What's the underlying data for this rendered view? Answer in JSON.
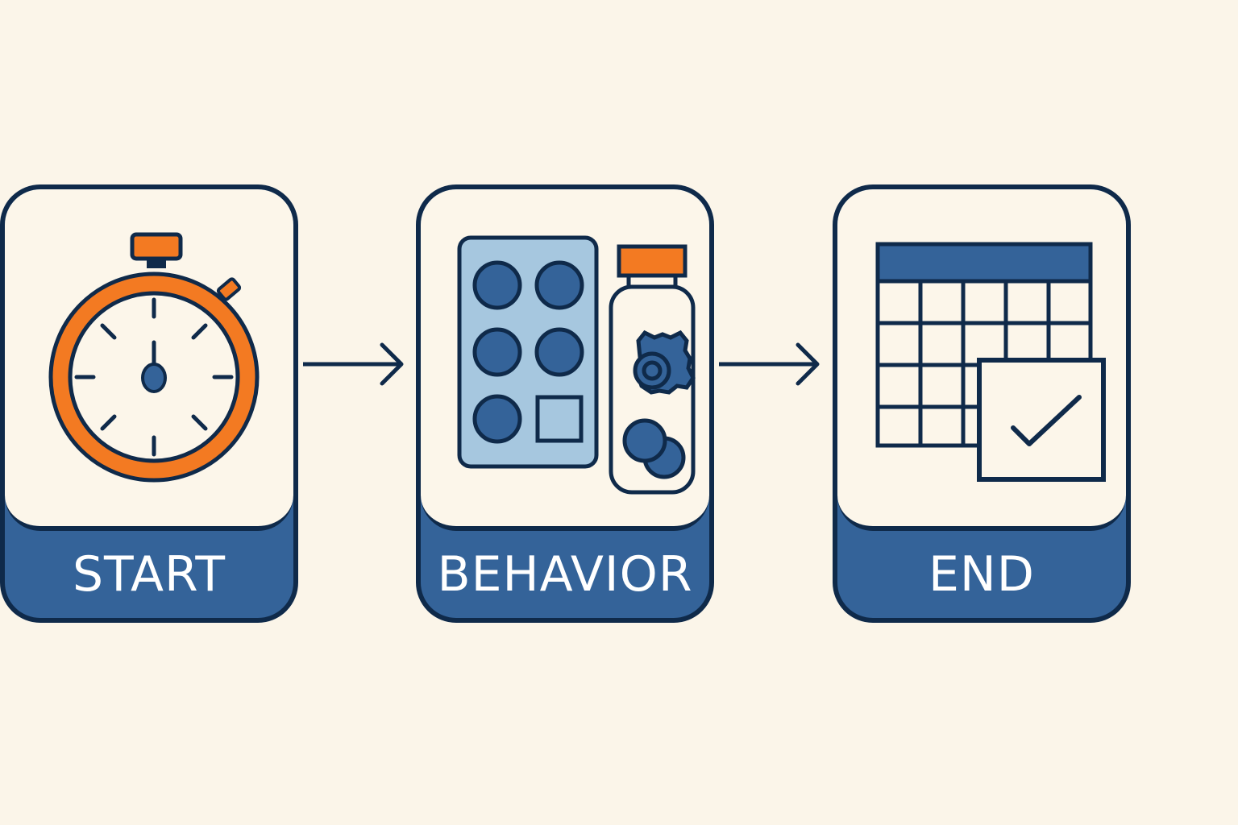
{
  "steps": [
    {
      "label": "START",
      "icon": "stopwatch-icon"
    },
    {
      "label": "BEHAVIOR",
      "icon": "pill-pack-and-bottle-icon"
    },
    {
      "label": "END",
      "icon": "calendar-check-icon"
    }
  ],
  "colors": {
    "background": "#fbf5e9",
    "navy": "#0f2a4a",
    "blue": "#346399",
    "light_blue": "#a6c7df",
    "orange": "#f37a22"
  }
}
